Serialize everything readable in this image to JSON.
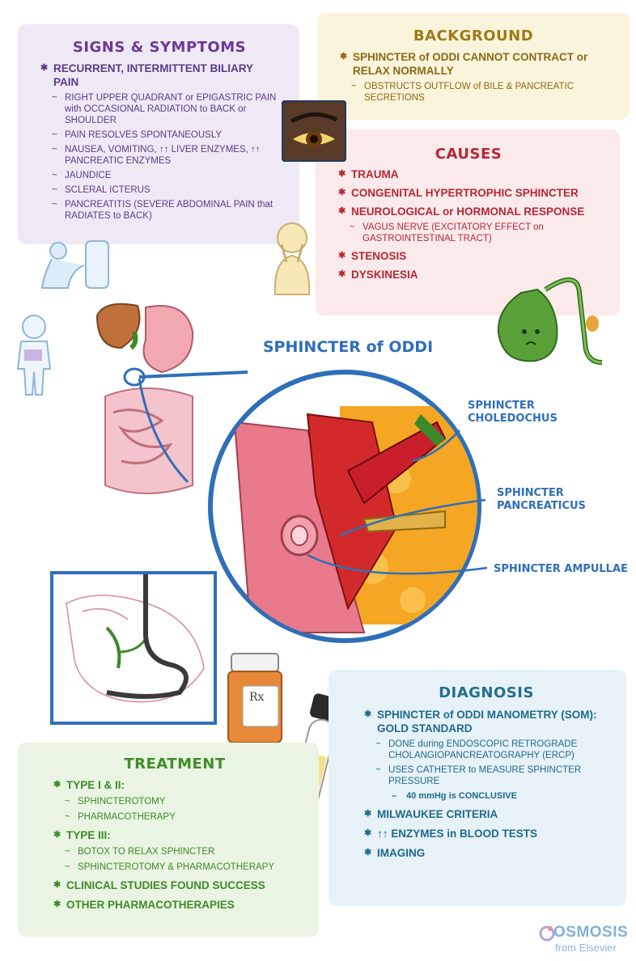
{
  "signs": {
    "title": "SIGNS & SYMPTOMS",
    "main": "RECURRENT, INTERMITTENT BILIARY PAIN",
    "items": [
      "RIGHT UPPER QUADRANT or EPIGASTRIC PAIN with OCCASIONAL RADIATION to BACK or SHOULDER",
      "PAIN RESOLVES SPONTANEOUSLY",
      "NAUSEA, VOMITING, ↑↑ LIVER ENZYMES, ↑↑ PANCREATIC ENZYMES",
      "JAUNDICE",
      "SCLERAL ICTERUS",
      "PANCREATITIS (SEVERE ABDOMINAL PAIN that RADIATES to BACK)"
    ]
  },
  "background": {
    "title": "BACKGROUND",
    "main": "SPHINCTER of ODDI CANNOT CONTRACT or RELAX NORMALLY",
    "sub": "OBSTRUCTS OUTFLOW of BILE & PANCREATIC SECRETIONS"
  },
  "causes": {
    "title": "CAUSES",
    "items": [
      "TRAUMA",
      "CONGENITAL HYPERTROPHIC SPHINCTER",
      "NEUROLOGICAL or HORMONAL RESPONSE"
    ],
    "sub": "VAGUS NERVE (EXCITATORY EFFECT on GASTROINTESTINAL TRACT)",
    "items2": [
      "STENOSIS",
      "DYSKINESIA"
    ]
  },
  "figure": {
    "title": "SPHINCTER of ODDI",
    "label_choledochus": "SPHINCTER CHOLEDOCHUS",
    "label_pancreaticus": "SPHINCTER PANCREATICUS",
    "label_ampullae": "SPHINCTER AMPULLAE",
    "rx": "Rx"
  },
  "treatment": {
    "title": "TREATMENT",
    "type12": "TYPE I & II:",
    "type12_items": [
      "SPHINCTEROTOMY",
      "PHARMACOTHERAPY"
    ],
    "type3": "TYPE III:",
    "type3_items": [
      "BOTOX TO RELAX SPHINCTER",
      "SPHINCTEROTOMY & PHARMACOTHERAPY"
    ],
    "item_a": "CLINICAL STUDIES FOUND SUCCESS",
    "item_b": "OTHER PHARMACOTHERAPIES"
  },
  "diagnosis": {
    "title": "DIAGNOSIS",
    "main": "SPHINCTER of ODDI MANOMETRY (SOM): GOLD STANDARD",
    "subs": [
      "DONE during ENDOSCOPIC RETROGRADE CHOLANGIOPANCREATOGRAPHY (ERCP)",
      "USES CATHETER to MEASURE SPHINCTER PRESSURE"
    ],
    "subsub": "40 mmHg is CONCLUSIVE",
    "items": [
      "MILWAUKEE CRITERIA",
      "↑↑ ENZYMES in BLOOD TESTS",
      "IMAGING"
    ]
  },
  "logo": {
    "name": "OSMOSIS",
    "sub": "from Elsevier"
  },
  "colors": {
    "signs": "#5b3a8a",
    "background": "#8a6a14",
    "causes": "#b3283a",
    "treatment": "#3d8a2a",
    "diagnosis": "#1f6a8c",
    "accent": "#2f6fb8"
  }
}
